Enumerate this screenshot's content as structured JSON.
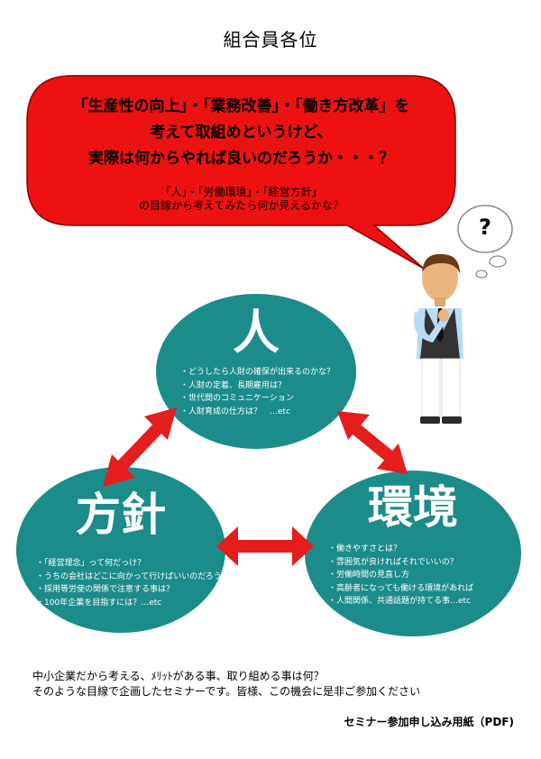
{
  "header": {
    "title": "組合員各位"
  },
  "bubble": {
    "lines": [
      "「生産性の向上」・「業務改善」・「働き方改革」を",
      "考えて取組めというけど、",
      "実際は何からやれば良いのだろうか・・・？"
    ],
    "sub_lines": [
      "「人」・「労働環境」・「経営方針」",
      "の目線から考えてみたら何か見えるかな？"
    ],
    "color": "#ee1111"
  },
  "thought": {
    "symbol": "?"
  },
  "circles": {
    "color": "#1c8c8a",
    "people": {
      "title": "人",
      "items": [
        "どうしたら人財の確保が出来るのかな？",
        "人財の定着、長期雇用は？",
        "世代間のコミュニケーション",
        "人財育成の仕方は？　…etc"
      ]
    },
    "policy": {
      "title": "方針",
      "items": [
        "「経営理念」って何だっけ？",
        "うちの会社はどこに向かって行けばいいのだろう？",
        "採用等労使の関係で注意する事は？",
        "100年企業を目指すには？…etc"
      ]
    },
    "environment": {
      "title": "環境",
      "items": [
        "働きやすさとは？",
        "雰囲気が良ければそれでいいの？",
        "労働時間の見直し方",
        "高齢者になっても働ける環境があれば",
        "人間関係、共通話題が持てる事…etc"
      ]
    }
  },
  "arrows": {
    "color": "#e51d1d"
  },
  "footer": {
    "lines": [
      "中小企業だから考える、ﾒﾘｯﾄがある事、取り組める事は何？",
      "そのような目線で企画したセミナーです。皆様、この機会に是非ご参加ください"
    ],
    "link_label": "セミナー参加申し込み用紙（PDF)"
  }
}
